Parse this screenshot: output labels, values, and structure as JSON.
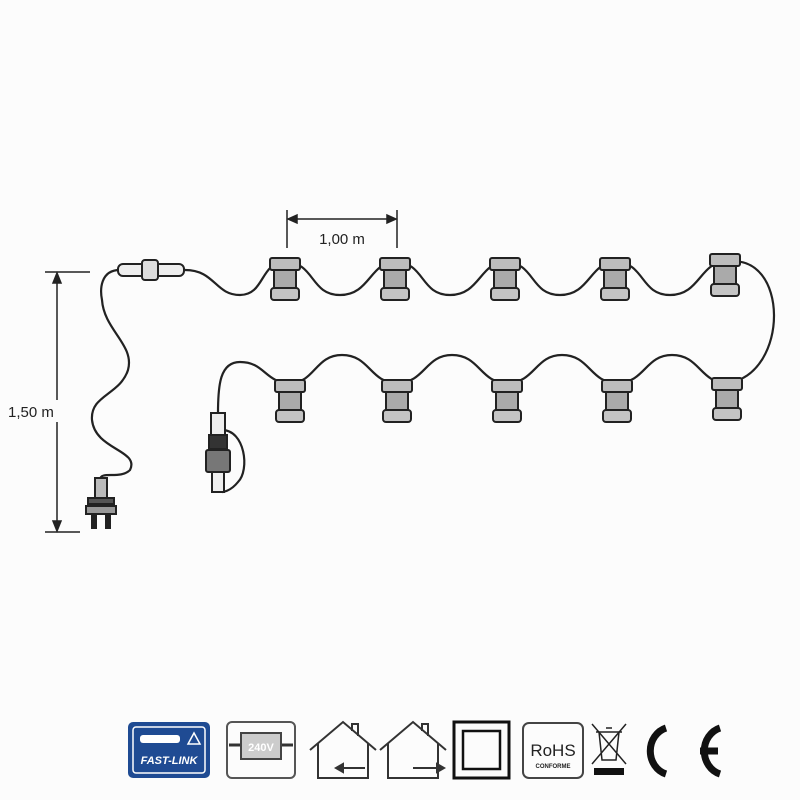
{
  "dimensions": {
    "spacing_label": "1,00 m",
    "lead_length_label": "1,50 m"
  },
  "socket_count": {
    "top_row": 5,
    "bottom_row": 5
  },
  "certification_icons": {
    "fast_link": {
      "icon": "fast-link-badge",
      "label": "FAST-LINK",
      "color": "#1f4b93"
    },
    "transformer": {
      "icon": "transformer-icon",
      "label": "240V"
    },
    "indoor": {
      "icon": "house-arrow-in-icon"
    },
    "outdoor": {
      "icon": "house-arrow-out-icon"
    },
    "class2": {
      "icon": "double-square-icon"
    },
    "rohs": {
      "icon": "rohs-badge",
      "label": "RoHS",
      "sublabel": "CONFORME"
    },
    "weee": {
      "icon": "crossed-bin-icon"
    },
    "ce": {
      "icon": "ce-mark",
      "label": "CE"
    }
  }
}
